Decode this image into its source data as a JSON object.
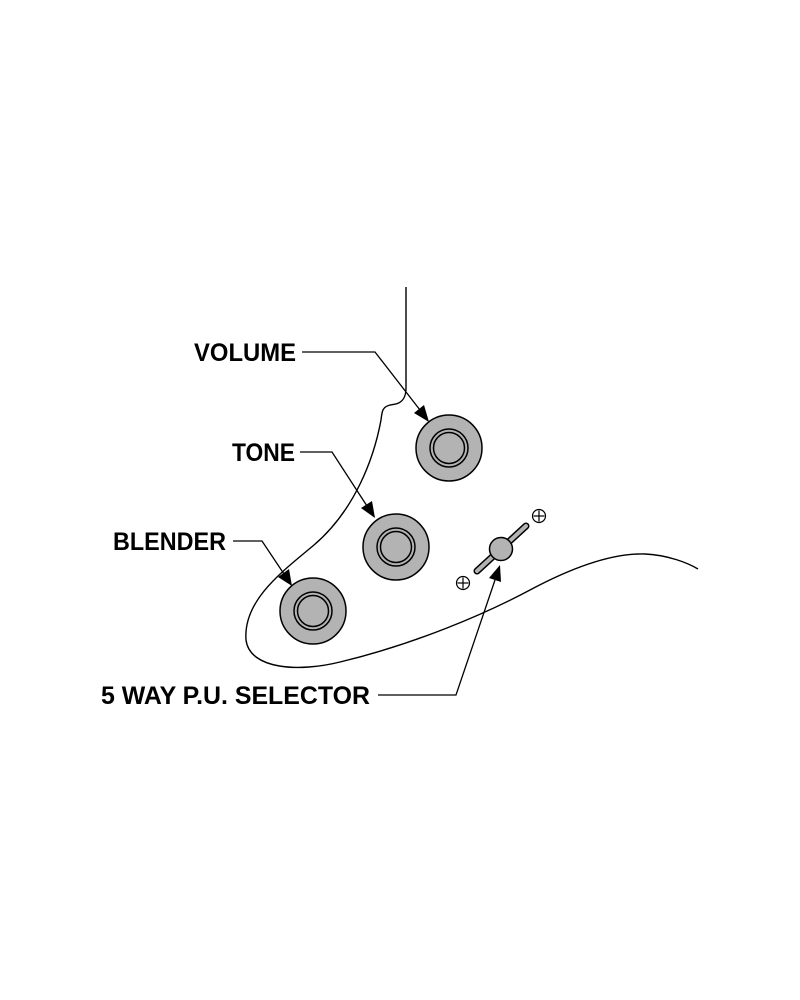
{
  "labels": {
    "volume": "VOLUME",
    "tone": "TONE",
    "blender": "BLENDER",
    "selector": "5 WAY P.U. SELECTOR"
  },
  "colors": {
    "knob_fill": "#b3b3b3",
    "line": "#000000",
    "background": "#ffffff"
  }
}
